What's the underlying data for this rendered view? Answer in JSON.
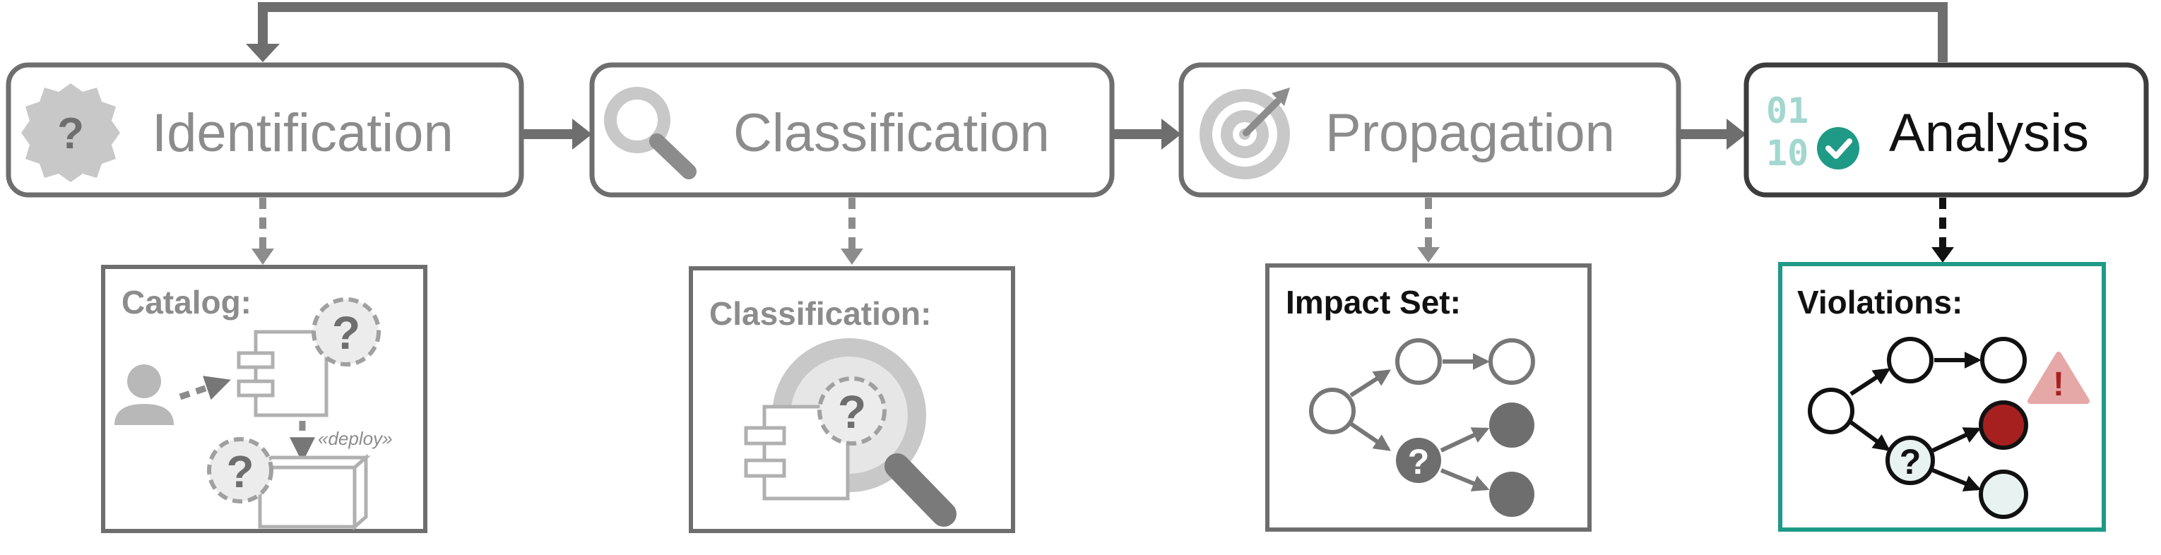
{
  "stages": [
    {
      "label": "Identification",
      "icon": "badge-question-icon"
    },
    {
      "label": "Classification",
      "icon": "magnifier-icon"
    },
    {
      "label": "Propagation",
      "icon": "target-icon"
    },
    {
      "label": "Analysis",
      "icon": "binary-check-icon"
    }
  ],
  "cards": {
    "catalog": {
      "title": "Catalog:",
      "deploy_label": "«deploy»"
    },
    "classification": {
      "title": "Classification:"
    },
    "impact": {
      "title": "Impact Set:"
    },
    "violations": {
      "title": "Violations:"
    }
  },
  "glyphs": {
    "question": "?",
    "warning": "!",
    "bin_top": "01",
    "bin_bottom": "10"
  },
  "colors": {
    "inactive": "#8c8c8c",
    "inactive_light": "#c8c8c8",
    "active": "#111111",
    "teal": "#1e9a86",
    "teal_light": "#a3d7cf",
    "red": "#a5201f",
    "warning_fill": "#e6a7a7",
    "warning_mark": "#a5201f",
    "node_pale": "#e8f3f1"
  }
}
